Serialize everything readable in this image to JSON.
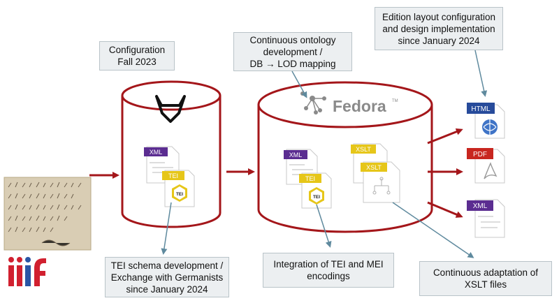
{
  "callouts": {
    "config": [
      "Configuration",
      "Fall 2023"
    ],
    "ontology": [
      "Continuous ontology",
      "development /",
      "DB → LOD mapping"
    ],
    "edition": [
      "Edition layout configuration",
      "and design implementation",
      "since January 2024"
    ],
    "tei_schema": [
      "TEI schema development /",
      "Exchange with Germanists",
      "since January 2024"
    ],
    "integration": [
      "Integration of TEI and MEI",
      "encodings"
    ],
    "xslt_adapt": [
      "Continuous adaptation of",
      "XSLT files"
    ]
  },
  "logos": {
    "fedora": "Fedora",
    "fedora_tm": "TM",
    "iiif": "iiif"
  },
  "file_icons": {
    "xml": "XML",
    "tei": "TEI",
    "tei_badge": "TEI",
    "xslt": "XSLT",
    "html": "HTML",
    "pdf": "PDF"
  },
  "colors": {
    "cylinder_stroke": "#a4161a",
    "arrow": "#a4161a",
    "pointer": "#5f8a9e",
    "xml_tag": "#5b2d91",
    "tei_tag": "#e6c619",
    "xslt_tag": "#e6c619",
    "html_tag": "#274b9b",
    "pdf_tag": "#c8261f",
    "iiif_red": "#d1202f",
    "iiif_blue": "#2a56a5"
  }
}
